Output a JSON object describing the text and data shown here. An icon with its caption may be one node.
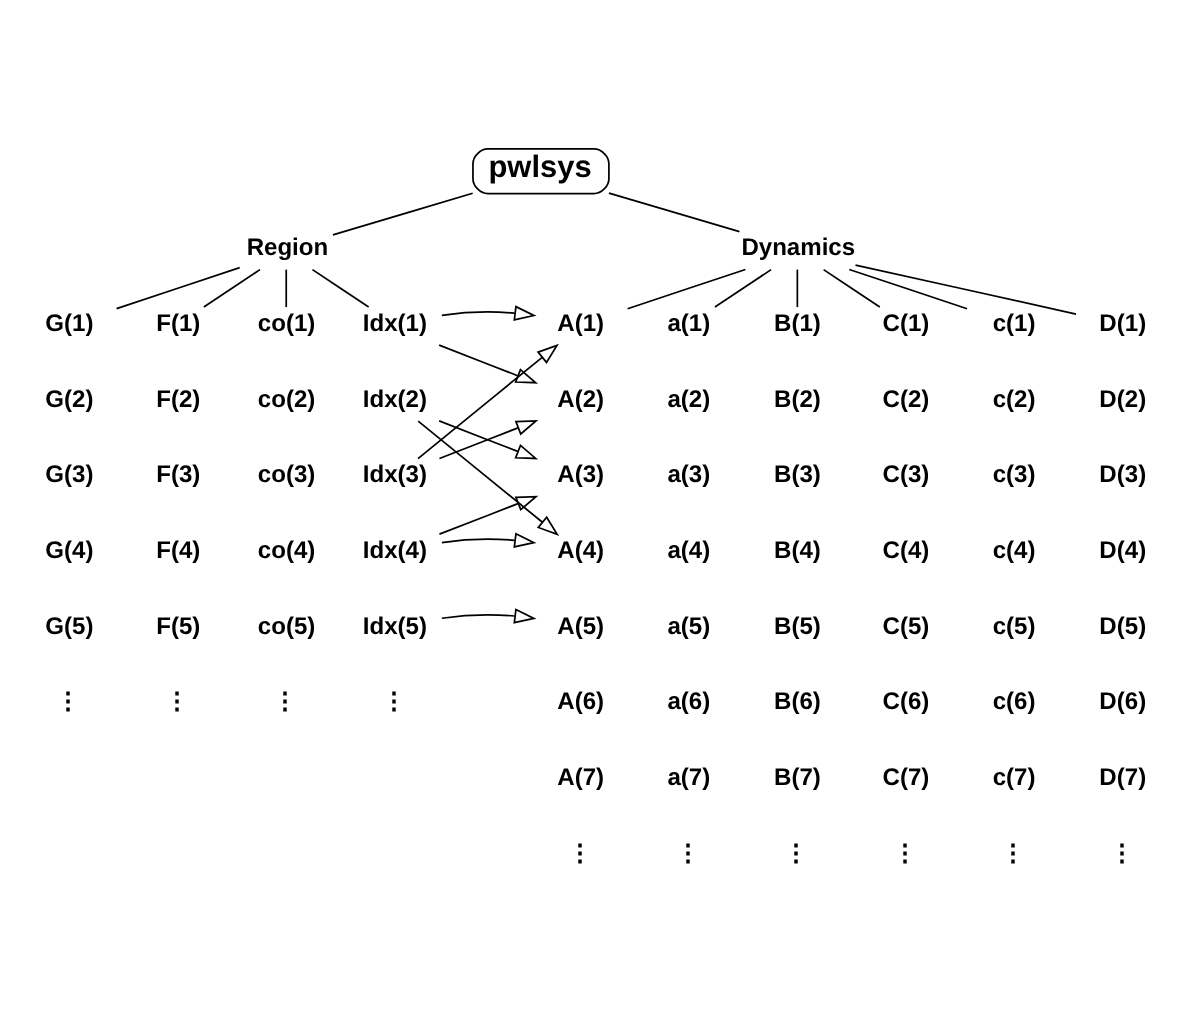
{
  "diagram": {
    "nodes": [
      {
        "text": [
          "pwlsys"
        ]
      },
      {
        "text": [
          "Region"
        ]
      },
      {
        "text": [
          "Dynamics"
        ]
      },
      {
        "text": [
          "G(1)"
        ]
      },
      {
        "text": [
          "F(1)"
        ]
      },
      {
        "text": [
          "co(1)"
        ]
      },
      {
        "text": [
          "Idx(1)"
        ]
      },
      {
        "text": [
          "A(1)"
        ]
      },
      {
        "text": [
          "a(1)"
        ]
      },
      {
        "text": [
          "B(1)"
        ]
      },
      {
        "text": [
          "C(1)"
        ]
      },
      {
        "text": [
          "c(1)"
        ]
      },
      {
        "text": [
          "D(1)"
        ]
      },
      {
        "text": [
          "Idx(2)"
        ]
      },
      {
        "text": [
          "A(2)"
        ]
      },
      {
        "text": [
          "Idx(3)"
        ]
      },
      {
        "text": [
          "A(3)"
        ]
      },
      {
        "text": [
          "Idx(4)"
        ]
      },
      {
        "text": [
          "A(4)"
        ]
      },
      {
        "text": [
          "Idx(5)"
        ]
      },
      {
        "text": [
          "A(5)"
        ]
      }
    ],
    "edges": [
      {
        "from": 0,
        "to": 1,
        "arrow": "none"
      },
      {
        "from": 0,
        "to": 2,
        "arrow": "none"
      },
      {
        "from": 1,
        "to": 3,
        "arrow": "none"
      },
      {
        "from": 1,
        "to": 4,
        "arrow": "none"
      },
      {
        "from": 1,
        "to": 5,
        "arrow": "none"
      },
      {
        "from": 1,
        "to": 6,
        "arrow": "none"
      },
      {
        "from": 2,
        "to": 7,
        "arrow": "none"
      },
      {
        "from": 2,
        "to": 8,
        "arrow": "none"
      },
      {
        "from": 2,
        "to": 9,
        "arrow": "none"
      },
      {
        "from": 2,
        "to": 10,
        "arrow": "none"
      },
      {
        "from": 2,
        "to": 11,
        "arrow": "none"
      },
      {
        "from": 2,
        "to": 12,
        "arrow": "none"
      },
      {
        "from": 6,
        "to": 7,
        "arrow": "to"
      },
      {
        "from": 6,
        "to": 14,
        "arrow": "to"
      },
      {
        "from": 13,
        "to": 16,
        "arrow": "to"
      },
      {
        "from": 13,
        "to": 18,
        "arrow": "to"
      },
      {
        "from": 15,
        "to": 7,
        "arrow": "to"
      },
      {
        "from": 15,
        "to": 14,
        "arrow": "to"
      },
      {
        "from": 17,
        "to": 16,
        "arrow": "to"
      },
      {
        "from": 17,
        "to": 18,
        "arrow": "to"
      },
      {
        "from": 19,
        "to": 20,
        "arrow": "to"
      }
    ],
    "labels": [
      "G(2)",
      "F(2)",
      "co(2)",
      "a(2)",
      "B(2)",
      "C(2)",
      "c(2)",
      "D(2)",
      "G(3)",
      "F(3)",
      "co(3)",
      "a(3)",
      "B(3)",
      "C(3)",
      "c(3)",
      "D(3)",
      "G(4)",
      "F(4)",
      "co(4)",
      "a(4)",
      "B(4)",
      "C(4)",
      "c(4)",
      "D(4)",
      "G(5)",
      "F(5)",
      "co(5)",
      "a(5)",
      "B(5)",
      "C(5)",
      "c(5)",
      "D(5)",
      "⋮",
      "⋮",
      "⋮",
      "⋮",
      "A(6)",
      "a(6)",
      "B(6)",
      "C(6)",
      "c(6)",
      "D(6)",
      "A(7)",
      "a(7)",
      "B(7)",
      "C(7)",
      "c(7)",
      "D(7)",
      "⋮",
      "⋮",
      "⋮",
      "⋮",
      "⋮",
      "⋮"
    ]
  }
}
